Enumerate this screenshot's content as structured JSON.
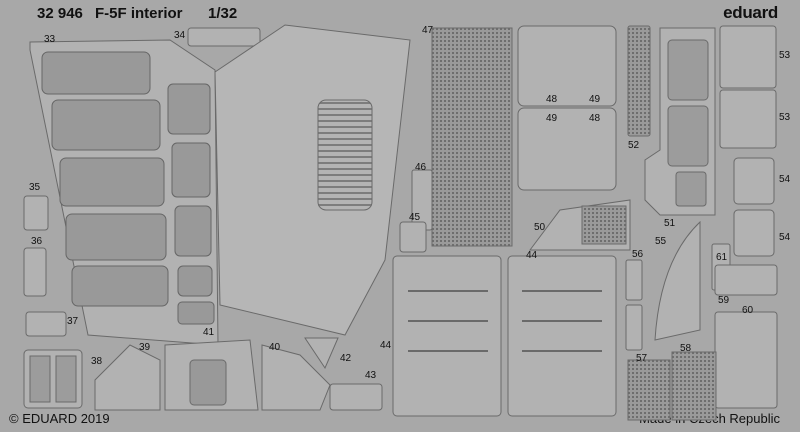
{
  "header": {
    "code": "32 946",
    "title": "F-5F interior",
    "scale": "1/32"
  },
  "brand": "eduard",
  "footer": {
    "copyright": "© EDUARD 2019",
    "origin": "Made in Czech Republic"
  },
  "part_numbers": [
    "33",
    "34",
    "35",
    "36",
    "37",
    "38",
    "39",
    "40",
    "41",
    "42",
    "43",
    "44",
    "44",
    "45",
    "46",
    "47",
    "48",
    "48",
    "49",
    "49",
    "50",
    "51",
    "52",
    "53",
    "53",
    "54",
    "54",
    "55",
    "56",
    "57",
    "58",
    "59",
    "60",
    "61"
  ]
}
